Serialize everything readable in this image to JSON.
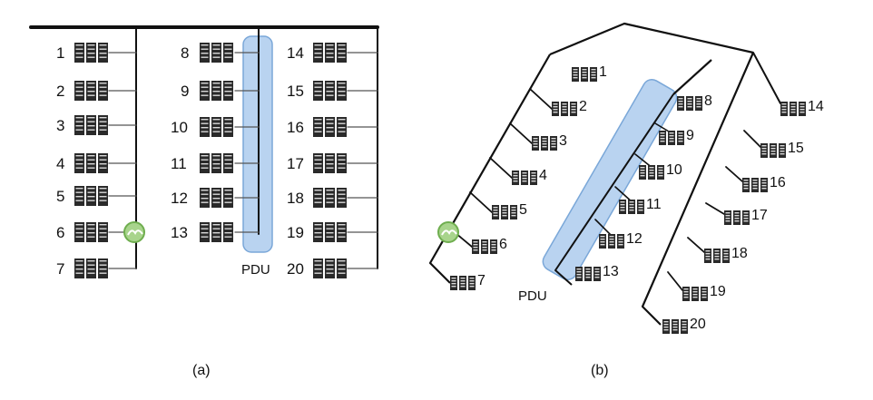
{
  "colors": {
    "wire": "#111111",
    "pdu_fill": "#b9d3f0",
    "pdu_stroke": "#7aa7d8",
    "gateway_fill": "#a8d48c",
    "server": "#2a2a2a"
  },
  "icons": {
    "server": "server-rack-icon",
    "gateway": "gateway-node-icon"
  },
  "panel_a": {
    "caption": "(a)",
    "pdu_label": "PDU",
    "servers": [
      "1",
      "2",
      "3",
      "4",
      "5",
      "6",
      "7",
      "8",
      "9",
      "10",
      "11",
      "12",
      "13",
      "14",
      "15",
      "16",
      "17",
      "18",
      "19",
      "20"
    ]
  },
  "panel_b": {
    "caption": "(b)",
    "pdu_label": "PDU",
    "servers": [
      "1",
      "2",
      "3",
      "4",
      "5",
      "6",
      "7",
      "8",
      "9",
      "10",
      "11",
      "12",
      "13",
      "14",
      "15",
      "16",
      "17",
      "18",
      "19",
      "20"
    ]
  }
}
